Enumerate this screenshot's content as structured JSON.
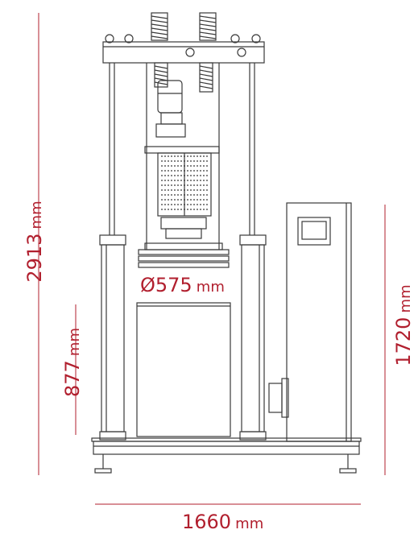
{
  "dimensions": {
    "height_total": {
      "value": "2913",
      "unit": "mm"
    },
    "cabinet_height": {
      "value": "1720",
      "unit": "mm"
    },
    "table_height": {
      "value": "877",
      "unit": "mm"
    },
    "width_total": {
      "value": "1660",
      "unit": "mm"
    },
    "platen_diameter": {
      "value": "Ø575",
      "unit": "mm"
    }
  },
  "colors": {
    "line": "#3a3a3a",
    "dimension": "#b11f2e",
    "background": "#ffffff"
  },
  "icons": [
    "spring-icon",
    "motor-icon",
    "display-screen-icon",
    "filter-regulator-icon",
    "leveling-foot-icon"
  ]
}
